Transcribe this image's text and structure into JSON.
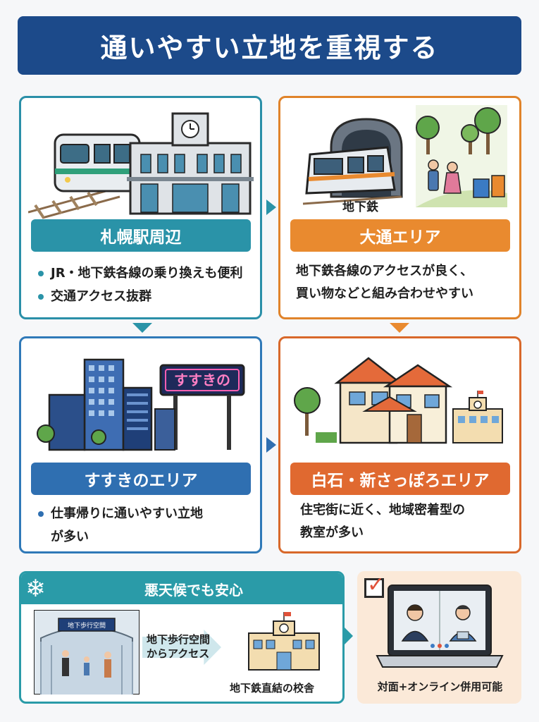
{
  "title": "通いやすい立地を重視する",
  "areas": {
    "sapporo": {
      "label": "札幌駅周辺",
      "bullets": [
        "JR・地下鉄各線の乗り換えも便利",
        "交通アクセス抜群"
      ]
    },
    "odori": {
      "label": "大通エリア",
      "desc_lines": [
        "地下鉄各線のアクセスが良く、",
        "買い物などと組み合わせやすい"
      ]
    },
    "susukino": {
      "label": "すすきのエリア",
      "bullets_lines": [
        "仕事帰りに通いやすい立地",
        "が多い"
      ]
    },
    "shiroishi": {
      "label": "白石・新さっぽろエリア",
      "desc_lines": [
        "住宅街に近く、地域密着型の",
        "教室が多い"
      ]
    }
  },
  "illustrations": {
    "subway_caption": "地下鉄",
    "neon_sign": "すすきの",
    "underground_sign": "地下歩行空間"
  },
  "bottom": {
    "weather_title": "悪天候でも安心",
    "access_lines": [
      "地下歩行空間",
      "からアクセス"
    ],
    "school_caption": "地下鉄直結の校舎",
    "online_caption": "対面+オンライン併用可能"
  },
  "colors": {
    "title_bg": "#1c4a8a",
    "teal": "#2a93a8",
    "orange": "#e98a2f",
    "blue": "#2f6fb1",
    "orange_red": "#e06930"
  }
}
